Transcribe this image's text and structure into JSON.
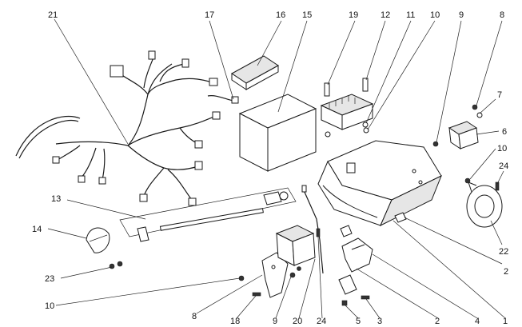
{
  "callouts": [
    {
      "id": "c21a",
      "text": "21"
    },
    {
      "id": "c17",
      "text": "17"
    },
    {
      "id": "c16",
      "text": "16"
    },
    {
      "id": "c15",
      "text": "15"
    },
    {
      "id": "c19",
      "text": "19"
    },
    {
      "id": "c12",
      "text": "12"
    },
    {
      "id": "c11",
      "text": "11"
    },
    {
      "id": "c10a",
      "text": "10"
    },
    {
      "id": "c9a",
      "text": "9"
    },
    {
      "id": "c8a",
      "text": "8"
    },
    {
      "id": "c7",
      "text": "7"
    },
    {
      "id": "c6",
      "text": "6"
    },
    {
      "id": "c10b",
      "text": "10"
    },
    {
      "id": "c24a",
      "text": "24"
    },
    {
      "id": "c22",
      "text": "22"
    },
    {
      "id": "c2a",
      "text": "2"
    },
    {
      "id": "c13",
      "text": "13"
    },
    {
      "id": "c14",
      "text": "14"
    },
    {
      "id": "c23",
      "text": "23"
    },
    {
      "id": "c10c",
      "text": "10"
    },
    {
      "id": "c8b",
      "text": "8"
    },
    {
      "id": "c18",
      "text": "18"
    },
    {
      "id": "c9b",
      "text": "9"
    },
    {
      "id": "c20",
      "text": "20"
    },
    {
      "id": "c24b",
      "text": "24"
    },
    {
      "id": "c5",
      "text": "5"
    },
    {
      "id": "c3",
      "text": "3"
    },
    {
      "id": "c2b",
      "text": "2"
    },
    {
      "id": "c4",
      "text": "4"
    },
    {
      "id": "c1",
      "text": "1"
    }
  ]
}
